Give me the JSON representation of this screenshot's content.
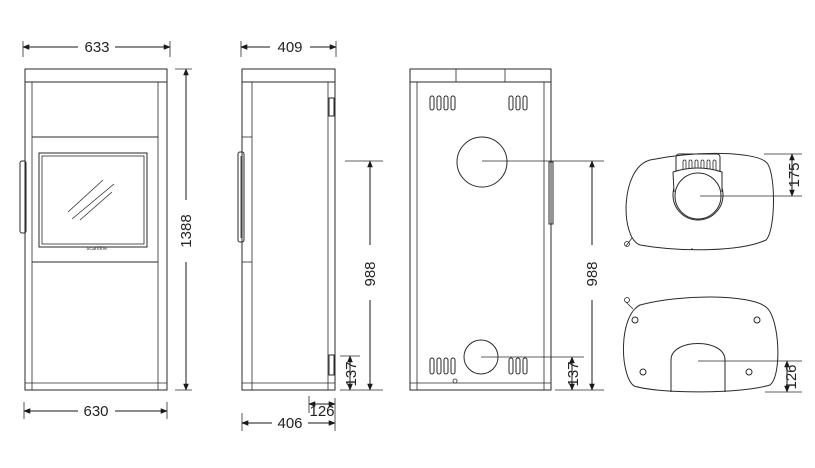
{
  "colors": {
    "line": "#2a2a2a",
    "background": "#ffffff"
  },
  "brand_mark": "scanline",
  "dimensions": {
    "front_width_top": "633",
    "front_width_bottom": "630",
    "front_height": "1388",
    "side_depth_top": "409",
    "side_depth_bottom": "406",
    "side_outlet_height": "988",
    "side_inlet_height": "137",
    "side_inlet_offset": "126",
    "back_outlet_height": "988",
    "back_inlet_height": "137",
    "top_outlet_offset": "175",
    "bottom_inlet_offset": "126"
  }
}
